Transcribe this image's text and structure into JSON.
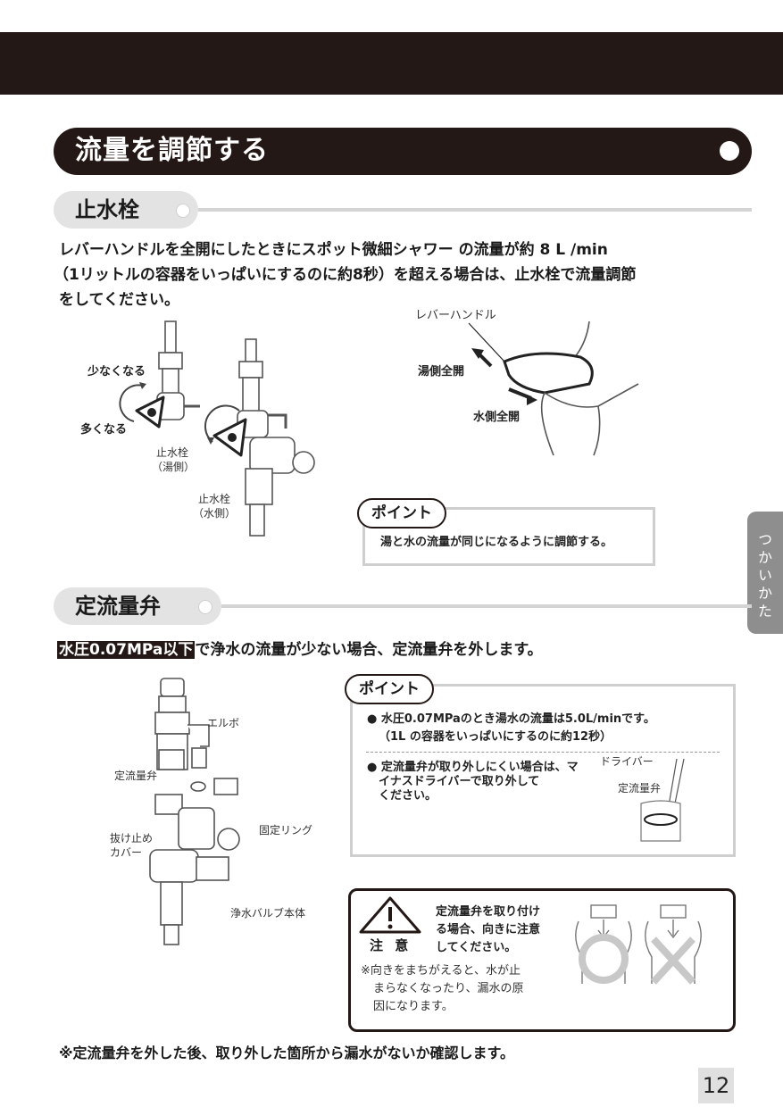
{
  "page_title": "流量を調節する",
  "section1": {
    "heading": "止水栓",
    "body_line1": "レバーハンドルを全開にしたときにスポット微細シャワー の流量が約 8 L /min",
    "body_line2": "（1リットルの容器をいっぱいにするのに約8秒）を超える場合は、止水栓で流量調節",
    "body_line3": "をしてください。",
    "label_less": "少なくなる",
    "label_more": "多くなる",
    "label_valve_hot_1": "止水栓",
    "label_valve_hot_2": "（湯側）",
    "label_valve_cold_1": "止水栓",
    "label_valve_cold_2": "（水側）",
    "label_lever": "レバーハンドル",
    "label_hot_full": "湯側全開",
    "label_cold_full": "水側全開",
    "point_tag": "ポイント",
    "point_text": "湯と水の流量が同じになるように調節する。"
  },
  "section2": {
    "heading": "定流量弁",
    "body_highlight": "水圧0.07MPa以下",
    "body_rest": "で浄水の流量が少ない場合、定流量弁を外します。",
    "label_elbow": "エルボ",
    "label_valve": "定流量弁",
    "label_ring": "固定リング",
    "label_cover_1": "抜け止め",
    "label_cover_2": "カバー",
    "label_body": "浄水バルブ本体",
    "point_tag": "ポイント",
    "point1_line1": "● 水圧0.07MPaのとき湯水の流量は5.0L/minです。",
    "point1_line2": "（1L の容器をいっぱいにするのに約12秒）",
    "point2_line1": "● 定流量弁が取り外しにくい場合は、マ",
    "point2_line2": "イナスドライバーで取り外して",
    "point2_line3": "ください。",
    "label_driver": "ドライバー",
    "label_valve_small": "定流量弁",
    "caution_label": "注 意",
    "caution_line1": "定流量弁を取り付け",
    "caution_line2": "る場合、向きに注意",
    "caution_line3": "してください。",
    "caution_note1": "※向きをまちがえると、水が止",
    "caution_note2": "まらなくなったり、漏水の原",
    "caution_note3": "因になります。",
    "footer_note": "※定流量弁を外した後、取り外した箇所から漏水がないか確認します。"
  },
  "side_tab": "つかいかた",
  "page_number": "12",
  "colors": {
    "dark": "#231815",
    "gray": "#8e8e8e",
    "light_gray": "#e3e3e3"
  }
}
